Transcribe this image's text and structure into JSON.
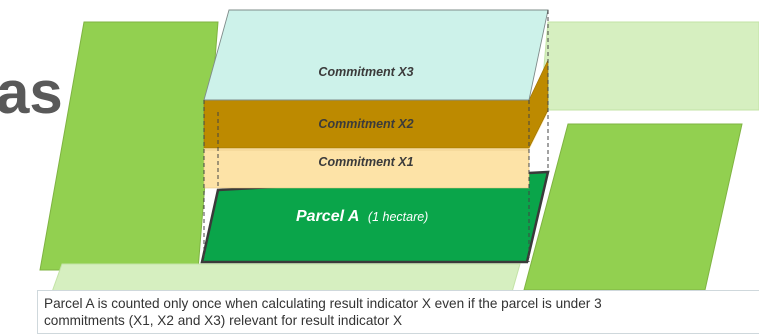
{
  "heading_fragment": "as",
  "layers": {
    "commitment_x3": "Commitment X3",
    "commitment_x2": "Commitment X2",
    "commitment_x1": "Commitment X1",
    "parcel_name": "Parcel A",
    "parcel_area": "(1 hectare)"
  },
  "caption": {
    "line1": "Parcel A is counted only once when calculating result indicator X even if the parcel is under 3",
    "line2": "commitments (X1, X2 and X3) relevant for result indicator X"
  },
  "colors": {
    "field_light_green": "#92d050",
    "field_pale_green": "#d6efc0",
    "parcel_dark_green": "#0aa54a",
    "commitment_x3": "#cdf2ea",
    "commitment_x2": "#bd8a00",
    "commitment_x1": "#fde3a7",
    "heading_gray": "#595959"
  }
}
